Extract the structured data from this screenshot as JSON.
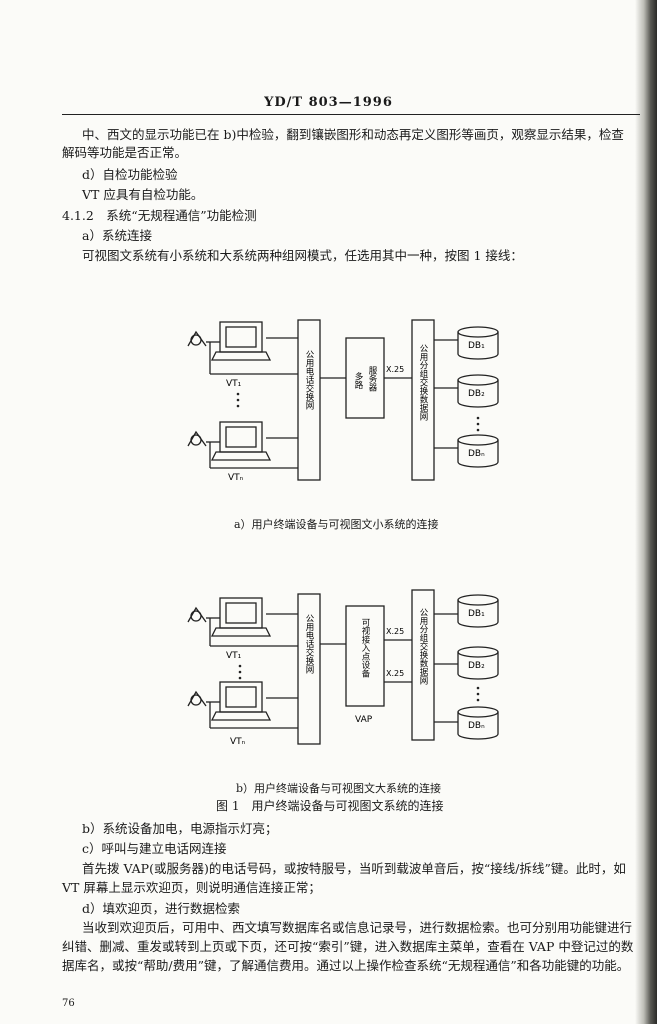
{
  "header": "YD/T 803—1996",
  "paragraphs": {
    "p1a": "中、西文的显示功能已在 b)中检验，翻到镶嵌图形和动态再定义图形等画页，观察显示结果，检查",
    "p1b": "解码等功能是否正常。",
    "p2": "d）自检功能检验",
    "p3": "VT 应具有自检功能。",
    "p4": "4.1.2　系统“无规程通信”功能检测",
    "p5": "a）系统连接",
    "p6": "可视图文系统有小系统和大系统两种组网模式，任选用其中一种，按图 1 接线：",
    "p7": "b）系统设备加电，电源指示灯亮；",
    "p8": "c）呼叫与建立电话网连接",
    "p9a": "首先拨 VAP(或服务器)的电话号码，或按特服号，当听到载波单音后，按“接线/拆线”键。此时，如",
    "p9b": "VT 屏幕上显示欢迎页，则说明通信连接正常；",
    "p10": "d）填欢迎页，进行数据检索",
    "p11a": "当收到欢迎页后，可用中、西文填写数据库名或信息记录号，进行数据检索。也可分别用功能键进行",
    "p11b": "纠错、删减、重发或转到上页或下页，还可按“索引”键，进入数据库主菜单，查看在 VAP 中登记过的数",
    "p11c": "据库名，或按“帮助/费用”键，了解通信费用。通过以上操作检查系统“无规程通信”和各功能键的功能。"
  },
  "figure_a": {
    "vt1": "VT₁",
    "vtn": "VTₙ",
    "phone_net": "公用电话交换网",
    "server_l1": "服务器",
    "server_l2": "多路",
    "x25": "X.25",
    "data_net": "公用分组交换数据网",
    "db1": "DB₁",
    "db2": "DB₂",
    "dbn": "DBₙ",
    "caption": "a）用户终端设备与可视图文小系统的连接"
  },
  "figure_b": {
    "vt1": "VT₁",
    "vtn": "VTₙ",
    "phone_net": "公用电话交换网",
    "vap_box": "可视接入点设备",
    "vap": "VAP",
    "x25_1": "X.25",
    "x25_2": "X.25",
    "data_net": "公用分组交换数据网",
    "db1": "DB₁",
    "db2": "DB₂",
    "dbn": "DBₙ",
    "caption": "b）用户终端设备与可视图文大系统的连接"
  },
  "figure_title": "图 1　用户终端设备与可视图文系统的连接",
  "page_number": "76"
}
